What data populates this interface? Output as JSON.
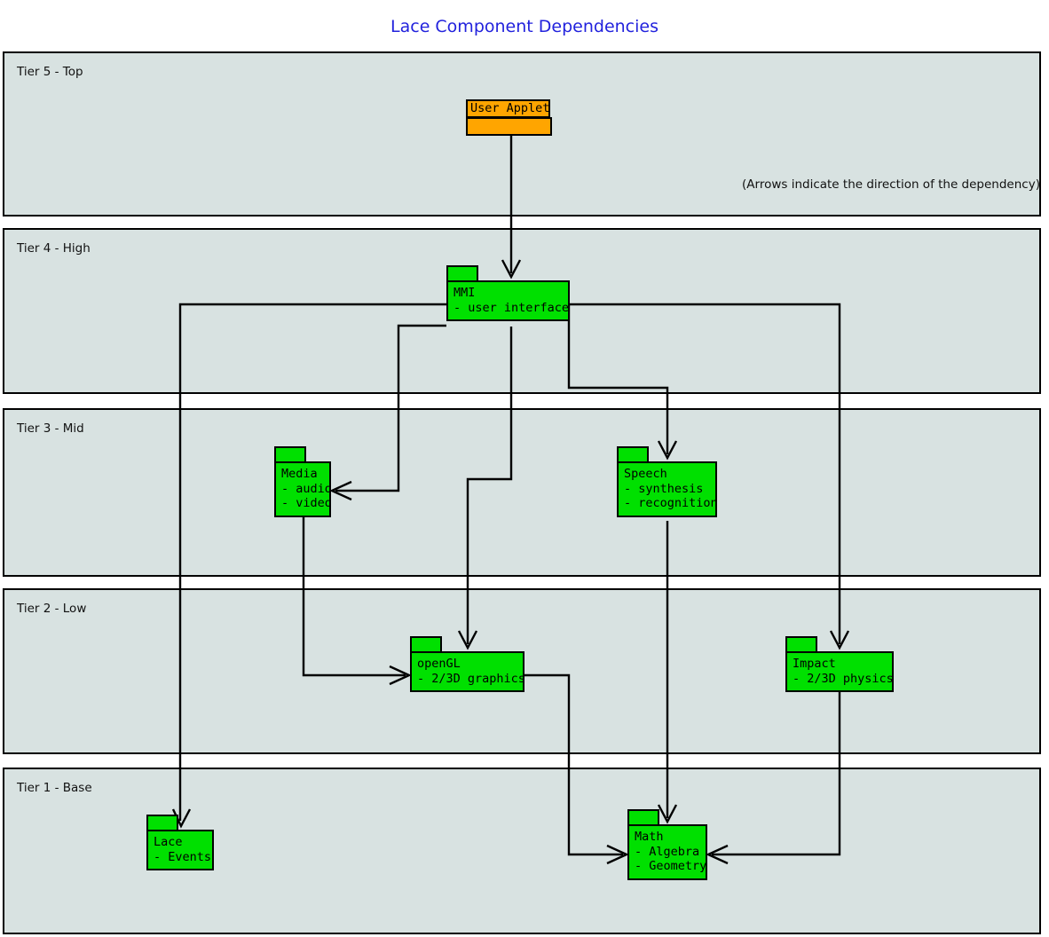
{
  "diagram": {
    "title": "Lace Component Dependencies",
    "note": "(Arrows indicate the direction of the dependency)",
    "title_color": "#2222dd",
    "tier_fill": "#d8e2e1",
    "package_fill": "#00e000",
    "applet_fill": "#ffa500"
  },
  "tiers": [
    {
      "id": "tier5",
      "label": "Tier 5 - Top"
    },
    {
      "id": "tier4",
      "label": "Tier 4 - High"
    },
    {
      "id": "tier3",
      "label": "Tier 3 - Mid"
    },
    {
      "id": "tier2",
      "label": "Tier 2 - Low"
    },
    {
      "id": "tier1",
      "label": "Tier 1 - Base"
    }
  ],
  "packages": [
    {
      "id": "user-applet",
      "tier": "Tier 5 - Top",
      "name": "User Applet",
      "items": [],
      "color": "#ffa500"
    },
    {
      "id": "mmi",
      "tier": "Tier 4 - High",
      "name": "MMI",
      "items": [
        "- user interface"
      ],
      "color": "#00e000"
    },
    {
      "id": "media",
      "tier": "Tier 3 - Mid",
      "name": "Media",
      "items": [
        "- audio",
        "- video"
      ],
      "color": "#00e000"
    },
    {
      "id": "speech",
      "tier": "Tier 3 - Mid",
      "name": "Speech",
      "items": [
        "- synthesis",
        "- recognition"
      ],
      "color": "#00e000"
    },
    {
      "id": "opengl",
      "tier": "Tier 2 - Low",
      "name": "openGL",
      "items": [
        "- 2/3D graphics"
      ],
      "color": "#00e000"
    },
    {
      "id": "impact",
      "tier": "Tier 2 - Low",
      "name": "Impact",
      "items": [
        "- 2/3D physics"
      ],
      "color": "#00e000"
    },
    {
      "id": "lace",
      "tier": "Tier 1 - Base",
      "name": "Lace",
      "items": [
        "- Events"
      ],
      "color": "#00e000"
    },
    {
      "id": "math",
      "tier": "Tier 1 - Base",
      "name": "Math",
      "items": [
        "- Algebra",
        "- Geometry"
      ],
      "color": "#00e000"
    }
  ],
  "dependencies": [
    {
      "from": "user-applet",
      "to": "mmi"
    },
    {
      "from": "mmi",
      "to": "media"
    },
    {
      "from": "mmi",
      "to": "speech"
    },
    {
      "from": "mmi",
      "to": "opengl"
    },
    {
      "from": "mmi",
      "to": "lace"
    },
    {
      "from": "mmi",
      "to": "impact"
    },
    {
      "from": "media",
      "to": "opengl"
    },
    {
      "from": "speech",
      "to": "math"
    },
    {
      "from": "opengl",
      "to": "math"
    },
    {
      "from": "impact",
      "to": "math"
    }
  ]
}
